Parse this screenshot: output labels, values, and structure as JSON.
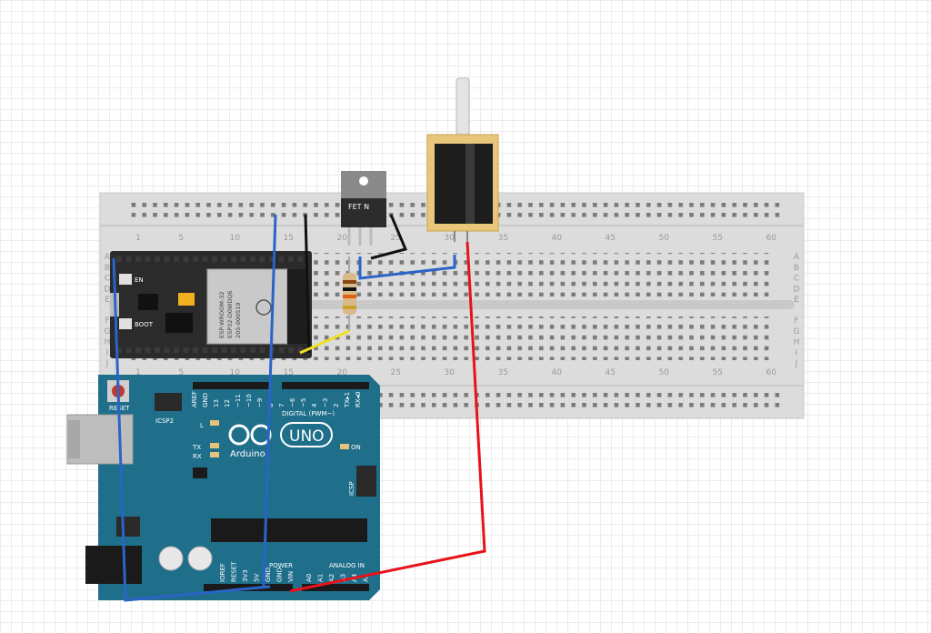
{
  "breadboard": {
    "column_numbers": [
      "1",
      "5",
      "10",
      "15",
      "20",
      "25",
      "30",
      "35",
      "40",
      "45",
      "50",
      "55",
      "60"
    ],
    "row_letters_top": [
      "A",
      "B",
      "C",
      "D",
      "E"
    ],
    "row_letters_bottom": [
      "F",
      "G",
      "H",
      "I",
      "J"
    ]
  },
  "transistor": {
    "label": "FET N"
  },
  "esp32": {
    "module_lines": [
      "ESP-WROOM-32",
      "ESP32-D0WDQ6",
      "205-000519"
    ],
    "button_labels": [
      "EN",
      "BOOT"
    ]
  },
  "arduino": {
    "brand": "Arduino",
    "model": "UNO",
    "reset_label": "RESET",
    "icsp2_label": "ICSP2",
    "icsp_label": "ICSP",
    "digital_label": "DIGITAL (PWM~)",
    "power_label": "POWER",
    "analog_label": "ANALOG IN",
    "on_label": "ON",
    "led_labels": [
      "L",
      "TX",
      "RX"
    ],
    "digital_pins": [
      "AREF",
      "GND",
      "13",
      "12",
      "~11",
      "~10",
      "~9",
      "8",
      "7",
      "~6",
      "~5",
      "4",
      "~3",
      "2",
      "TX▸1",
      "RX◂0"
    ],
    "power_pins": [
      "IOREF",
      "RESET",
      "3V3",
      "5V",
      "GND",
      "GND",
      "VIN"
    ],
    "analog_pins": [
      "A0",
      "A1",
      "A2",
      "A3",
      "A4",
      "A5"
    ]
  },
  "colors": {
    "breadboard": "#dcdcdc",
    "arduino_board": "#1f6f8b",
    "esp32_board": "#2b2b2b",
    "wire_blue": "#2a64c8",
    "wire_red": "#e8121a",
    "wire_black": "#111111",
    "wire_yellow": "#f0e020",
    "solenoid_frame": "#e9c77a"
  }
}
